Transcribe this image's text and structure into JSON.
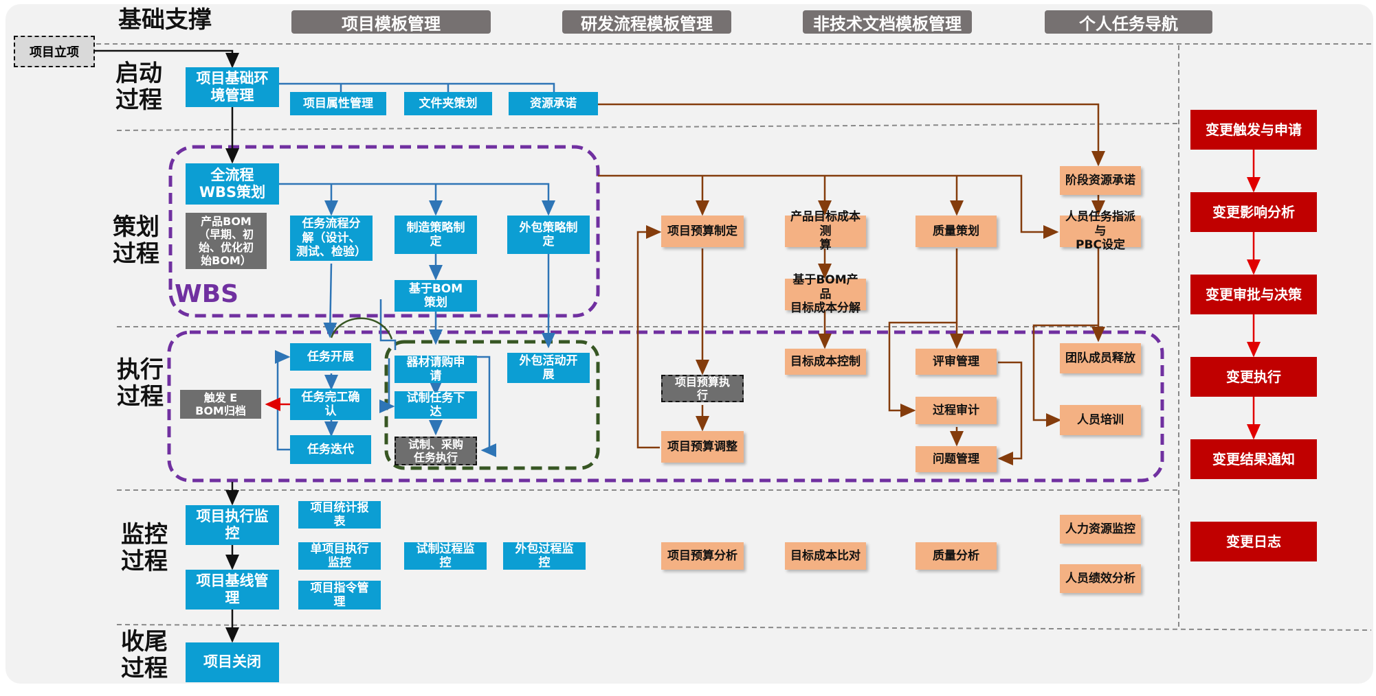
{
  "header": {
    "title": "基础支撑",
    "tabs": [
      "项目模板管理",
      "研发流程模板管理",
      "非技术文档模板管理",
      "个人任务导航"
    ]
  },
  "start_node": "项目立项",
  "stages": {
    "initiation": "启动\n过程",
    "planning": "策划\n过程",
    "execution": "执行\n过程",
    "monitoring": "监控\n过程",
    "closing": "收尾\n过程"
  },
  "wbs_label": "WBS",
  "nodes": {
    "project_env": "项目基础环\n境管理",
    "project_attr": "项目属性管理",
    "folder_plan": "文件夹策划",
    "resource_commit": "资源承诺",
    "wbs_plan": "全流程\nWBS策划",
    "product_bom": "产品BOM\n（早期、初\n始、优化初\n始BOM）",
    "task_flow": "任务流程分\n解（设计、\n测试、检验）",
    "mfg_strategy": "制造策略制\n定",
    "outsource_strategy": "外包策略制\n定",
    "bom_plan": "基于BOM\n策划",
    "task_start": "任务开展",
    "task_confirm": "任务完工确\n认",
    "task_iterate": "任务迭代",
    "ebom_archive": "触发 E\nBOM归档",
    "equip_purchase": "器材请购申\n请",
    "trial_task": "试制任务下\n达",
    "trial_exec": "试制、采购\n任务执行",
    "outsource_exec": "外包活动开\n展",
    "budget_make": "项目预算制定",
    "budget_exec": "项目预算执\n行",
    "budget_adjust": "项目预算调整",
    "cost_estimate": "产品目标成本测\n算",
    "cost_decompose": "基于BOM产品\n目标成本分解",
    "cost_control": "目标成本控制",
    "quality_plan": "质量策划",
    "review_mgmt": "评审管理",
    "process_audit": "过程审计",
    "issue_mgmt": "问题管理",
    "stage_resource": "阶段资源承诺",
    "staff_assign": "人员任务指派与\nPBC设定",
    "team_release": "团队成员释放",
    "staff_training": "人员培训",
    "exec_monitor": "项目执行监\n控",
    "stat_report": "项目统计报\n表",
    "single_monitor": "单项目执行\n监控",
    "trial_monitor": "试制过程监\n控",
    "outsource_monitor": "外包过程监\n控",
    "baseline_mgmt": "项目基线管\n理",
    "command_mgmt": "项目指令管\n理",
    "budget_analysis": "项目预算分析",
    "cost_compare": "目标成本比对",
    "quality_analysis": "质量分析",
    "hr_monitor": "人力资源监控",
    "perf_analysis": "人员绩效分析",
    "project_close": "项目关闭"
  },
  "change_flow": [
    "变更触发与申请",
    "变更影响分析",
    "变更审批与决策",
    "变更执行",
    "变更结果通知"
  ],
  "change_log": "变更日志",
  "colors": {
    "blue_box": "#0c9ed3",
    "orange_box": "#f4b183",
    "red_box": "#c00000",
    "gray_box": "#6e6e6e",
    "wbs_frame": "#7030a0",
    "trial_frame": "#375623",
    "brown_arrow": "#843c0c",
    "blue_arrow": "#2e75b6"
  }
}
